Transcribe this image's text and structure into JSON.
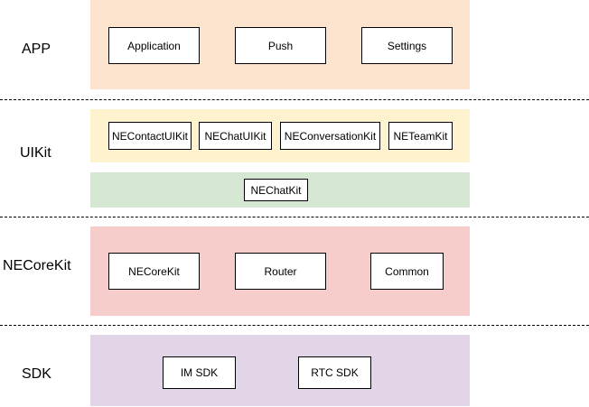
{
  "layers": {
    "app": {
      "label": "APP",
      "color": "#fde4cf",
      "modules": [
        "Application",
        "Push",
        "Settings"
      ]
    },
    "uikit": {
      "label": "UIKit",
      "color": "#fff3cf",
      "modules": [
        "NEContactUIKit",
        "NEChatUIKit",
        "NEConversationKit",
        "NETeamKit"
      ],
      "sub_color": "#d6e8d4",
      "sub_modules": [
        "NEChatKit"
      ]
    },
    "corekit": {
      "label": "NECoreKit",
      "color": "#f7cdcb",
      "modules": [
        "NECoreKit",
        "Router",
        "Common"
      ]
    },
    "sdk": {
      "label": "SDK",
      "color": "#e2d5e7",
      "modules": [
        "IM SDK",
        "RTC SDK"
      ]
    }
  }
}
